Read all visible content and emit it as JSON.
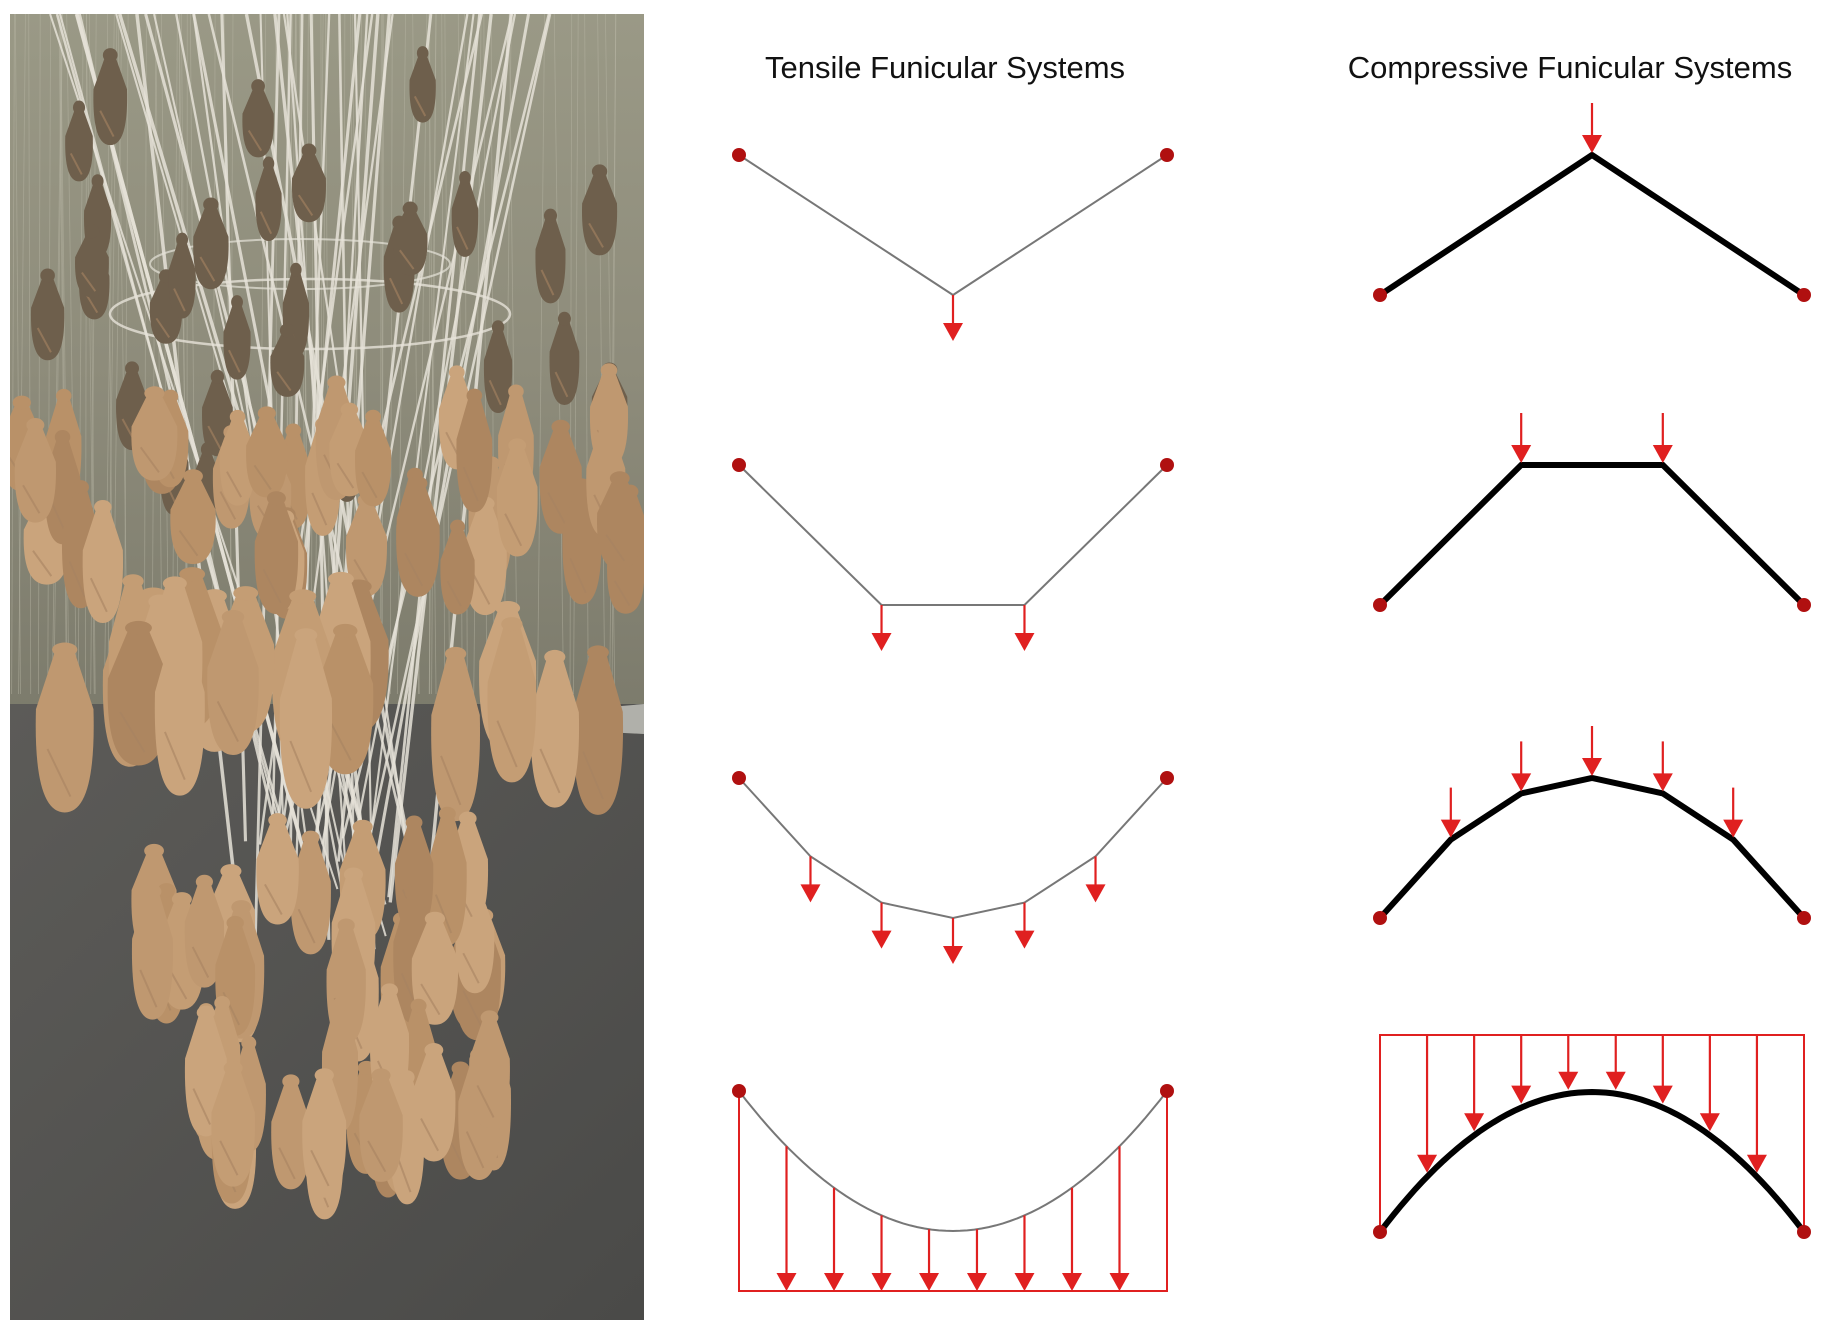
{
  "titles": {
    "tensile": "Tensile Funicular Systems",
    "compressive": "Compressive Funicular Systems"
  },
  "colors": {
    "load": "#e02020",
    "support": "#b01010",
    "tensile_line": "#777777",
    "compressive_line": "#000000",
    "photo_background": "#8d8c7a",
    "photo_floor": "#555452",
    "sandbag": "#c09a72",
    "string": "#e6e2d8"
  },
  "diagrams": {
    "tensile": [
      {
        "name": "tensile-single-load",
        "points": [
          [
            0,
            0
          ],
          [
            0.5,
            -1
          ],
          [
            1,
            0
          ]
        ],
        "loads": [
          0.5
        ]
      },
      {
        "name": "tensile-two-loads",
        "points": [
          [
            0,
            0
          ],
          [
            0.333,
            -1
          ],
          [
            0.667,
            -1
          ],
          [
            1,
            0
          ]
        ],
        "loads": [
          0.333,
          0.667
        ]
      },
      {
        "name": "tensile-five-loads",
        "points": [
          [
            0,
            0
          ],
          [
            0.167,
            -0.56
          ],
          [
            0.333,
            -0.89
          ],
          [
            0.5,
            -1
          ],
          [
            0.667,
            -0.89
          ],
          [
            0.833,
            -0.56
          ],
          [
            1,
            0
          ]
        ],
        "loads": [
          0.167,
          0.333,
          0.5,
          0.667,
          0.833
        ]
      },
      {
        "name": "tensile-distributed-load",
        "curve": "parabola",
        "loads": [
          0.111,
          0.222,
          0.333,
          0.444,
          0.556,
          0.667,
          0.778,
          0.889
        ]
      }
    ],
    "compressive": [
      {
        "name": "compressive-single-load",
        "points": [
          [
            0,
            0
          ],
          [
            0.5,
            1
          ],
          [
            1,
            0
          ]
        ],
        "loads": [
          0.5
        ]
      },
      {
        "name": "compressive-two-loads",
        "points": [
          [
            0,
            0
          ],
          [
            0.333,
            1
          ],
          [
            0.667,
            1
          ],
          [
            1,
            0
          ]
        ],
        "loads": [
          0.333,
          0.667
        ]
      },
      {
        "name": "compressive-five-loads",
        "points": [
          [
            0,
            0
          ],
          [
            0.167,
            0.56
          ],
          [
            0.333,
            0.89
          ],
          [
            0.5,
            1
          ],
          [
            0.667,
            0.89
          ],
          [
            0.833,
            0.56
          ],
          [
            1,
            0
          ]
        ],
        "loads": [
          0.167,
          0.333,
          0.5,
          0.667,
          0.833
        ]
      },
      {
        "name": "compressive-distributed-load",
        "curve": "parabola",
        "loads": [
          0.111,
          0.222,
          0.333,
          0.444,
          0.556,
          0.667,
          0.778,
          0.889
        ]
      }
    ]
  }
}
